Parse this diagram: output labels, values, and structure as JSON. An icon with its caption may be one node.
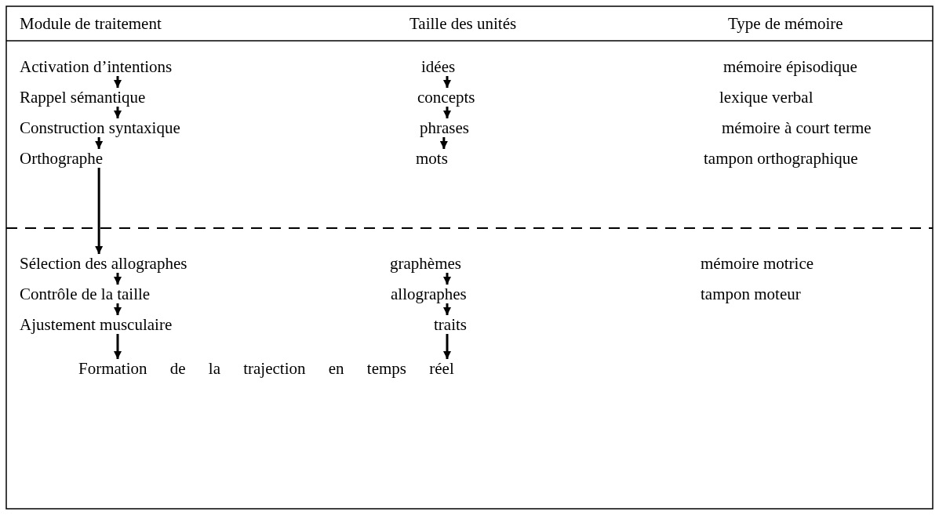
{
  "diagram": {
    "nodes": [
      {
        "text": [
          "Activation d’intentions"
        ]
      },
      {
        "text": [
          "Rappel sémantique"
        ]
      },
      {
        "text": [
          "Construction syntaxique"
        ]
      },
      {
        "text": [
          "Orthographe"
        ]
      },
      {
        "text": [
          "Sélection des allographes"
        ]
      },
      {
        "text": [
          "Contrôle de la taille"
        ]
      },
      {
        "text": [
          "Ajustement musculaire"
        ]
      },
      {
        "text": [
          "Formation de la trajection en temps réel"
        ]
      },
      {
        "text": [
          "idées"
        ]
      },
      {
        "text": [
          "concepts"
        ]
      },
      {
        "text": [
          "phrases"
        ]
      },
      {
        "text": [
          "mots"
        ]
      },
      {
        "text": [
          "graphèmes"
        ]
      },
      {
        "text": [
          "allographes"
        ]
      },
      {
        "text": [
          "traits"
        ]
      }
    ],
    "edges": [
      {
        "from": 0,
        "to": 1,
        "arrow": "to"
      },
      {
        "from": 1,
        "to": 2,
        "arrow": "to"
      },
      {
        "from": 2,
        "to": 3,
        "arrow": "to"
      },
      {
        "from": 3,
        "to": 4,
        "arrow": "to"
      },
      {
        "from": 4,
        "to": 5,
        "arrow": "to"
      },
      {
        "from": 5,
        "to": 6,
        "arrow": "to"
      },
      {
        "from": 6,
        "to": 7,
        "arrow": "to"
      },
      {
        "from": 8,
        "to": 9,
        "arrow": "to"
      },
      {
        "from": 9,
        "to": 10,
        "arrow": "to"
      },
      {
        "from": 10,
        "to": 11,
        "arrow": "to"
      },
      {
        "from": 12,
        "to": 13,
        "arrow": "to"
      },
      {
        "from": 13,
        "to": 14,
        "arrow": "to"
      },
      {
        "from": 14,
        "to": 7,
        "arrow": "to"
      }
    ],
    "labels": [
      "Module de traitement",
      "Taille des unités",
      "Type de mémoire",
      "mémoire épisodique",
      "lexique verbal",
      "mémoire à court terme",
      "tampon orthographique",
      "mémoire motrice",
      "tampon moteur"
    ]
  }
}
